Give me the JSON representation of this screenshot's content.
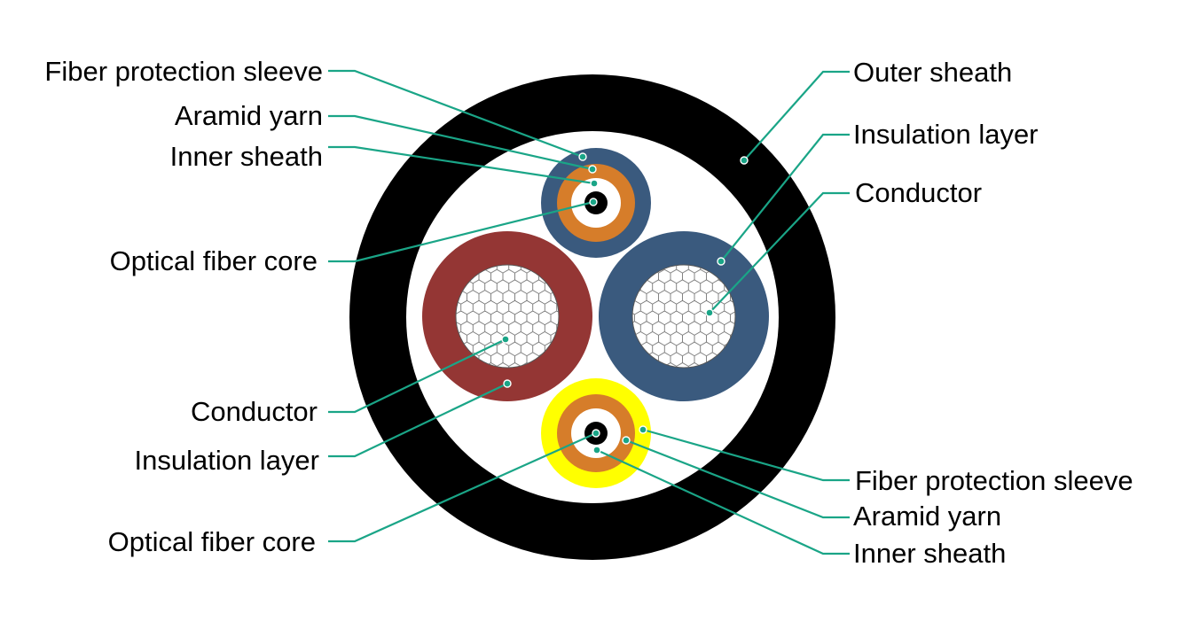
{
  "colors": {
    "outer_sheath": "#000000",
    "cable_filler": "#ffffff",
    "insulation_red": "#943634",
    "insulation_blue": "#3a5a7e",
    "fiber_sleeve_top": "#3a5a7e",
    "fiber_sleeve_bottom": "#ffff00",
    "aramid_yarn": "#d67d2a",
    "inner_sheath": "#ffffff",
    "fiber_core": "#000000",
    "conductor_fill": "#ffffff",
    "conductor_mesh": "#666666",
    "leader_line": "#1aa587",
    "text": "#000000"
  },
  "labels": {
    "top_left_sleeve": "Fiber protection sleeve",
    "top_left_aramid": "Aramid yarn",
    "top_left_inner": "Inner sheath",
    "top_left_core": "Optical fiber core",
    "left_conductor": "Conductor",
    "left_insulation": "Insulation layer",
    "bottom_left_core": "Optical fiber core",
    "right_outer": "Outer sheath",
    "right_insulation": "Insulation layer",
    "right_conductor": "Conductor",
    "bottom_right_sleeve": "Fiber protection sleeve",
    "bottom_right_aramid": "Aramid yarn",
    "bottom_right_inner": "Inner sheath"
  }
}
